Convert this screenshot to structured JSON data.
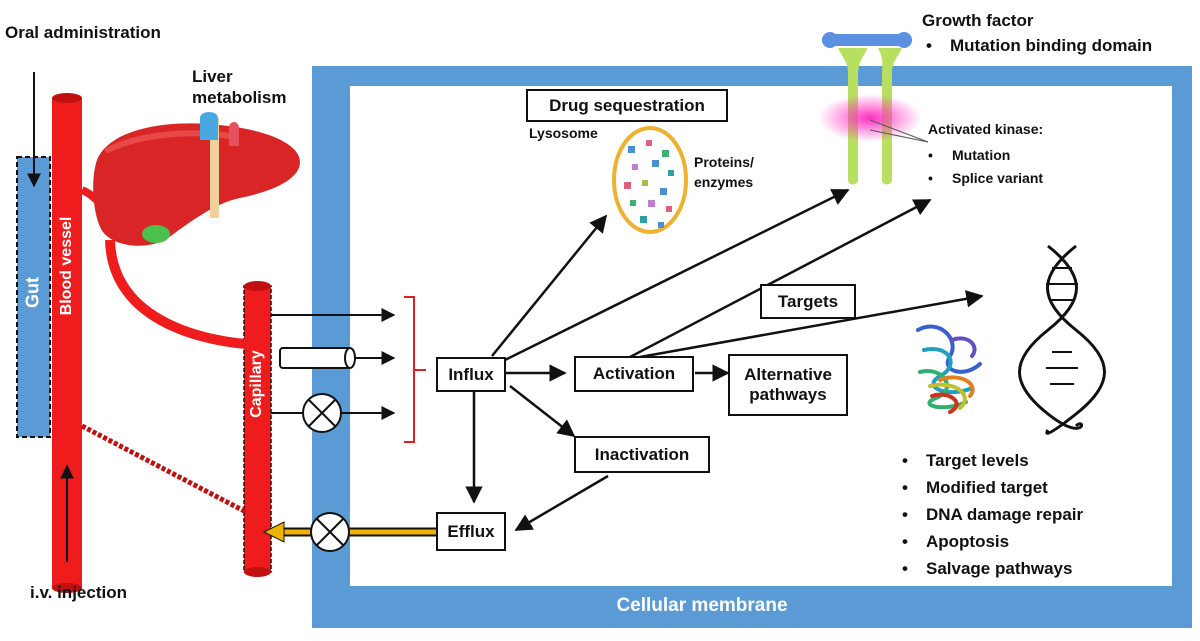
{
  "labels": {
    "oral_administration": "Oral administration",
    "liver_metabolism": "Liver metabolism",
    "gut": "Gut",
    "blood_vessel": "Blood vessel",
    "capillary": "Capillary",
    "iv_injection": "i.v. injection",
    "cellular_membrane": "Cellular membrane",
    "drug_sequestration": "Drug sequestration",
    "lysosome": "Lysosome",
    "proteins_enzymes": "Proteins/ enzymes",
    "growth_factor": "Growth factor",
    "activated_kinase": "Activated kinase:",
    "influx": "Influx",
    "efflux": "Efflux",
    "activation": "Activation",
    "inactivation": "Inactivation",
    "alternative_pathways": "Alternative pathways",
    "targets": "Targets"
  },
  "growth_factor_items": [
    "Mutation binding domain"
  ],
  "kinase_items": [
    "Mutation",
    "Splice variant"
  ],
  "target_items": [
    "Target levels",
    "Modified target",
    "DNA damage repair",
    "Apoptosis",
    "Salvage pathways"
  ],
  "colors": {
    "membrane": "#5b9bd5",
    "vessel_red": "#ee1c1c",
    "gut_blue": "#5b9bd5",
    "liver": "#d92525",
    "bracket": "#e02020",
    "efflux_arrow": "#f0b400",
    "lysosome_border": "#f0b030",
    "receptor": "#b8e060",
    "kinase_glow": "#ff40c0",
    "growth_factor": "#5b8fe0"
  },
  "icons": {
    "liver": "liver-icon",
    "protein": "protein-structure-icon",
    "dna": "dna-helix-icon",
    "receptor": "receptor-icon",
    "transporter": "transporter-icon"
  }
}
